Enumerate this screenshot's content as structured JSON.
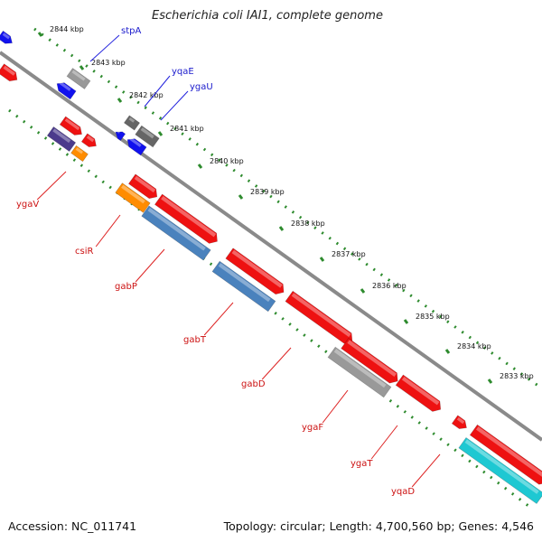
{
  "header": {
    "title": "Escherichia coli IAI1, complete genome"
  },
  "footer": {
    "accession": "Accession: NC_011741",
    "topology": "Topology: circular; Length: 4,700,560 bp; Genes: 4,546"
  },
  "ruler": [
    "2844 kbp",
    "2843 kbp",
    "2842 kbp",
    "2841 kbp",
    "2840 kbp",
    "2839 kbp",
    "2838 kbp",
    "2837 kbp",
    "2836 kbp",
    "2835 kbp",
    "2834 kbp",
    "2833 kbp"
  ],
  "genes_top": [
    "stpA",
    "yqaE",
    "ygaU"
  ],
  "genes_bottom": [
    "ygaV",
    "csiR",
    "gabP",
    "gabT",
    "gabD",
    "ygaF",
    "ygaT",
    "yqaD"
  ],
  "colors": {
    "red": "#ee1111",
    "blue": "#1111ee",
    "orange": "#ff8c00",
    "steel": "#4a82bd",
    "cyan": "#1ec8d2",
    "gray": "#999999",
    "dark_gray": "#666666",
    "purple": "#4b3b8c",
    "dots": "#2e8b2e",
    "axis": "#808080"
  }
}
